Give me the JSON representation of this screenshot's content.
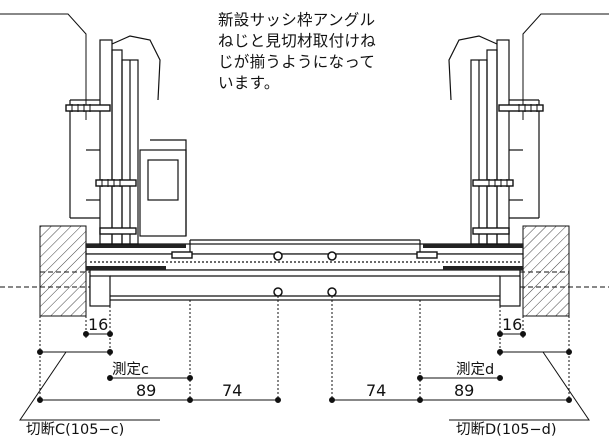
{
  "note": {
    "lines": [
      "新設サッシ枠アングル",
      "ねじと見切材取付けね",
      "じが揃うようになって",
      "います。"
    ]
  },
  "dimensions": {
    "left_small": "16",
    "right_small": "16",
    "left_measure_label": "測定c",
    "right_measure_label": "測定d",
    "left_89": "89",
    "left_74": "74",
    "right_74": "74",
    "right_89": "89"
  },
  "cut_labels": {
    "left": "切断C(105−c)",
    "right": "切断D(105−d)"
  },
  "colors": {
    "line": "#111111",
    "hatch": "#444444",
    "fill_dark": "#222222"
  }
}
